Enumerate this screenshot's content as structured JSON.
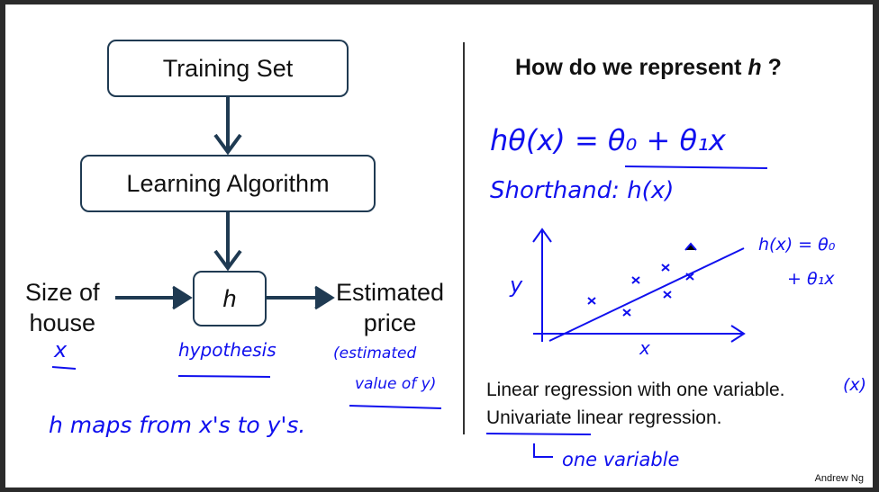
{
  "diagram": {
    "training_set": "Training Set",
    "learning_algorithm": "Learning Algorithm",
    "h_box": "h",
    "input_label": [
      "Size of",
      "house"
    ],
    "output_label": [
      "Estimated",
      "price"
    ]
  },
  "right": {
    "title_prefix": "How do we represent",
    "title_var": "h",
    "title_suffix": "?",
    "line1": "Linear regression with one variable.",
    "line2": "Univariate linear regression."
  },
  "annotations": {
    "x_under_input": "x",
    "hypothesis": "hypothesis",
    "estimated_value": [
      "(estimated",
      "value of y)"
    ],
    "h_maps": "h  maps from x's to y's.",
    "formula": "hθ(x) = θ₀ + θ₁x",
    "shorthand": "Shorthand: h(x)",
    "plot_hx": "h(x) = θ₀",
    "plot_hx2": "+ θ₁x",
    "axis_y": "y",
    "axis_x": "x",
    "paren_x": "(x)",
    "one_variable": "one variable"
  },
  "footer": {
    "credit": "Andrew Ng"
  },
  "colors": {
    "ink": "#1010ee",
    "box_border": "#1f3a52",
    "arrow": "#1f3a52"
  }
}
